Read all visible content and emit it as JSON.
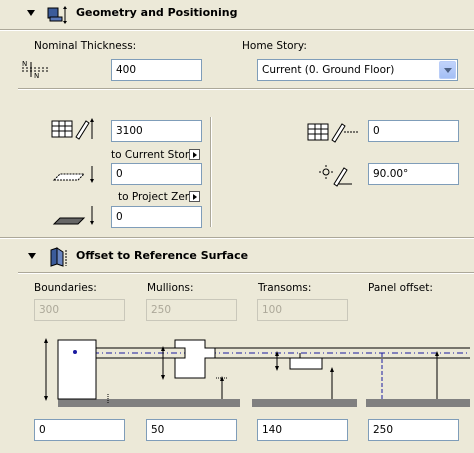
{
  "geometry_panel": {
    "title": "Geometry and Positioning",
    "nominal_thickness_label": "Nominal Thickness:",
    "nominal_thickness_value": "400",
    "home_story_label": "Home Story:",
    "home_story_value": "Current (0. Ground Floor)",
    "height_value": "3100",
    "to_current_story_label": "to Current Story",
    "current_story_offset_value": "0",
    "to_project_zero_label": "to Project Zero",
    "project_zero_offset_value": "0",
    "slant_height_value": "0",
    "angle_value": "90.00°"
  },
  "offset_panel": {
    "title": "Offset to Reference Surface",
    "columns": [
      {
        "label": "Boundaries:",
        "top_value": "300",
        "bottom_value": "0"
      },
      {
        "label": "Mullions:",
        "top_value": "250",
        "bottom_value": "50"
      },
      {
        "label": "Transoms:",
        "top_value": "100",
        "bottom_value": "140"
      },
      {
        "label": "Panel offset:",
        "top_value": "",
        "bottom_value": "250"
      }
    ]
  },
  "icons": {
    "geometry_panel_icon": "geometry-icon",
    "offset_panel_icon": "offset-icon"
  },
  "colors": {
    "background": "#ece9d8",
    "input_border": "#7f9db9",
    "accent": "#316ac5"
  }
}
